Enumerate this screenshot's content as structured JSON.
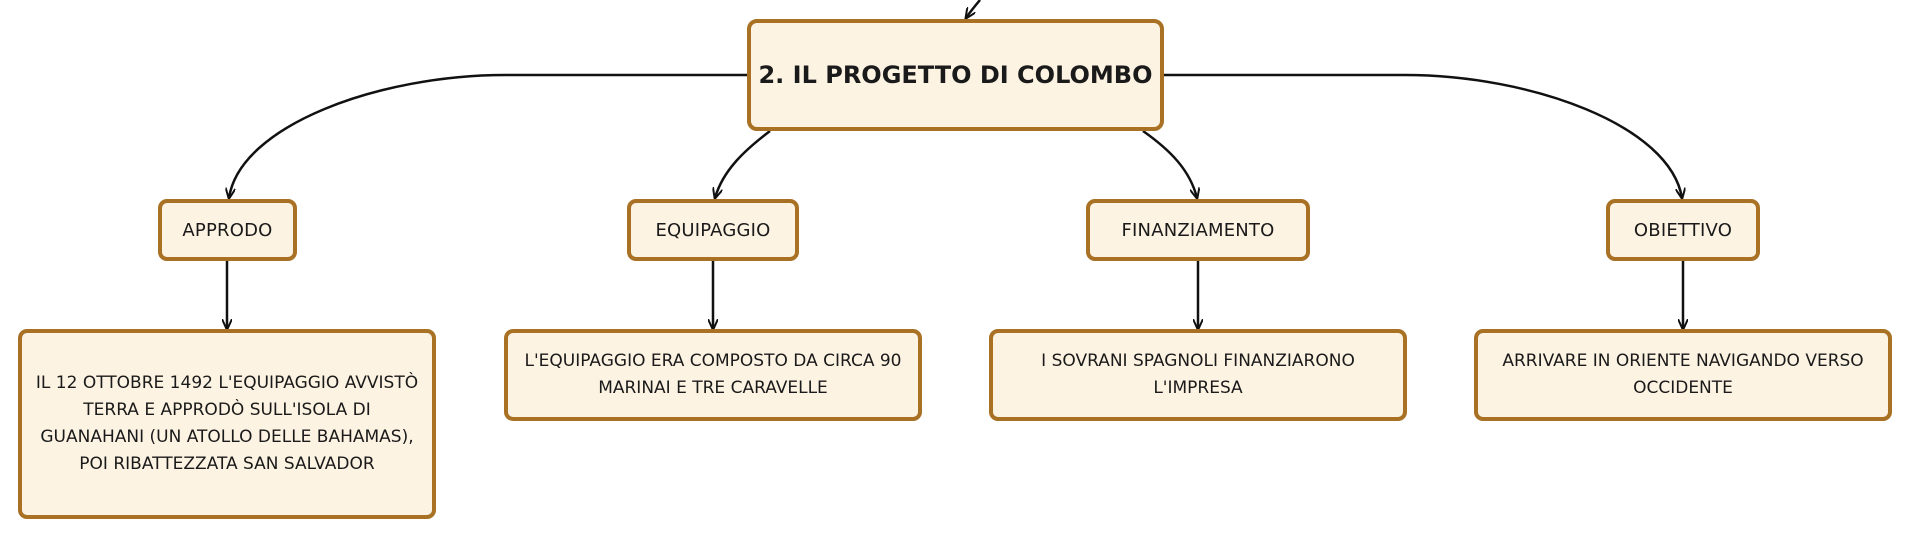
{
  "diagram": {
    "root": {
      "label": "2. IL PROGETTO DI COLOMBO"
    },
    "categories": [
      {
        "label": "APPRODO",
        "detail": "IL 12 OTTOBRE 1492 L'EQUIPAGGIO AVVISTÒ TERRA E APPRODÒ SULL'ISOLA DI GUANAHANI (UN ATOLLO DELLE BAHAMAS), POI RIBATTEZZATA SAN SALVADOR"
      },
      {
        "label": "EQUIPAGGIO",
        "detail": "L'EQUIPAGGIO ERA COMPOSTO DA CIRCA 90 MARINAI E TRE CARAVELLE"
      },
      {
        "label": "FINANZIAMENTO",
        "detail": "I SOVRANI SPAGNOLI FINANZIARONO L'IMPRESA"
      },
      {
        "label": "OBIETTIVO",
        "detail": "ARRIVARE IN ORIENTE NAVIGANDO VERSO OCCIDENTE"
      }
    ],
    "colors": {
      "node_fill": "#fdf3e3",
      "node_border": "#a87124",
      "connector": "#111111",
      "text": "#1a1a1a"
    }
  }
}
